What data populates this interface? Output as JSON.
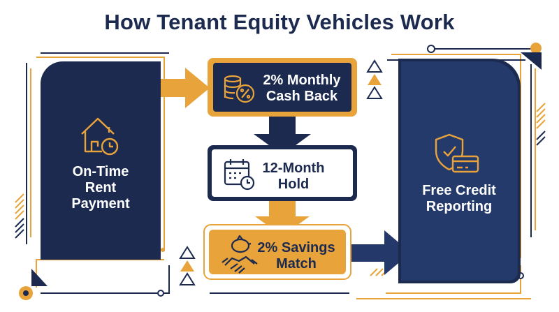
{
  "title": "How Tenant Equity Vehicles Work",
  "colors": {
    "navy": "#1b2a4e",
    "navy_light": "#243a6b",
    "gold": "#e8a33b",
    "white": "#ffffff"
  },
  "nodes": {
    "rent": {
      "label_lines": [
        "On-Time",
        "Rent",
        "Payment"
      ],
      "icon": "house-clock-icon"
    },
    "cashback": {
      "label_lines": [
        "2% Monthly",
        "Cash Back"
      ],
      "icon": "coins-percent-icon"
    },
    "hold": {
      "label_lines": [
        "12-Month",
        "Hold"
      ],
      "icon": "calendar-clock-icon"
    },
    "match": {
      "label_lines": [
        "2% Savings",
        "Match"
      ],
      "icon": "piggybank-handshake-icon"
    },
    "credit": {
      "label_lines": [
        "Free Credit",
        "Reporting"
      ],
      "icon": "shield-check-card-icon"
    }
  },
  "edges": [
    {
      "from": "rent",
      "to": "cashback"
    },
    {
      "from": "cashback",
      "to": "hold"
    },
    {
      "from": "hold",
      "to": "match"
    },
    {
      "from": "match",
      "to": "credit"
    }
  ]
}
